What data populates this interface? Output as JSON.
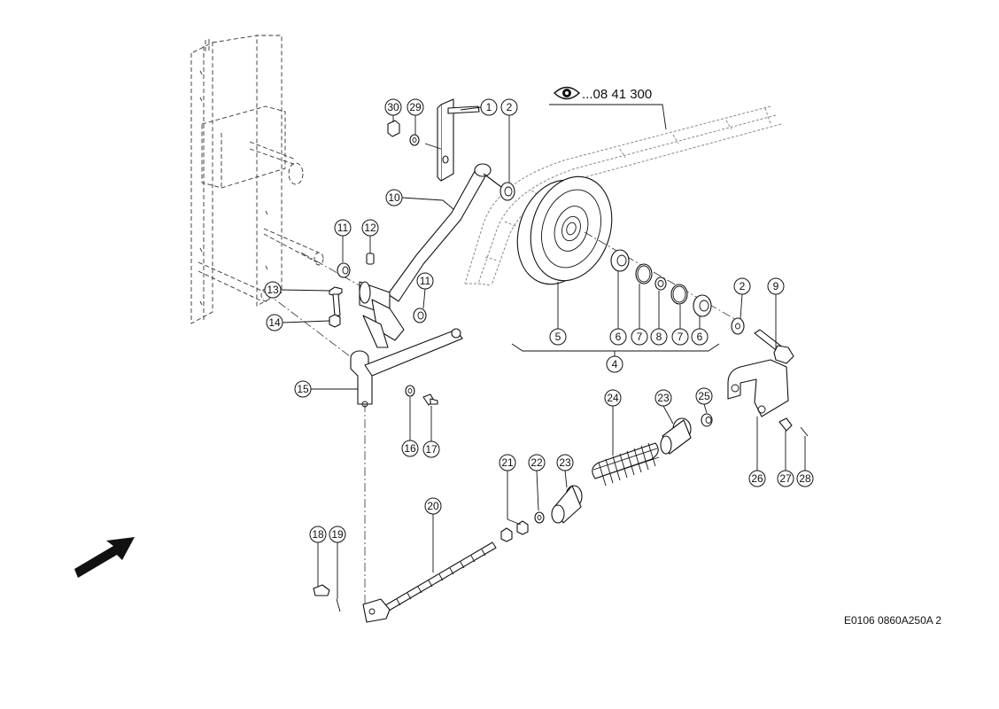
{
  "reference": {
    "icon": "eye-icon",
    "text": "...08 41 300"
  },
  "drawing_code": "E0106 0860A250A 2",
  "direction_arrow": {
    "icon": "direction-arrow-icon"
  },
  "callouts": [
    {
      "label": "1"
    },
    {
      "label": "2"
    },
    {
      "label": "30"
    },
    {
      "label": "29"
    },
    {
      "label": "10"
    },
    {
      "label": "11"
    },
    {
      "label": "12"
    },
    {
      "label": "13"
    },
    {
      "label": "14"
    },
    {
      "label": "11"
    },
    {
      "label": "15"
    },
    {
      "label": "16"
    },
    {
      "label": "17"
    },
    {
      "label": "5"
    },
    {
      "label": "6"
    },
    {
      "label": "7"
    },
    {
      "label": "8"
    },
    {
      "label": "7"
    },
    {
      "label": "6"
    },
    {
      "label": "4"
    },
    {
      "label": "2"
    },
    {
      "label": "9"
    },
    {
      "label": "24"
    },
    {
      "label": "23"
    },
    {
      "label": "25"
    },
    {
      "label": "26"
    },
    {
      "label": "27"
    },
    {
      "label": "28"
    },
    {
      "label": "21"
    },
    {
      "label": "22"
    },
    {
      "label": "23"
    },
    {
      "label": "20"
    },
    {
      "label": "18"
    },
    {
      "label": "19"
    }
  ]
}
